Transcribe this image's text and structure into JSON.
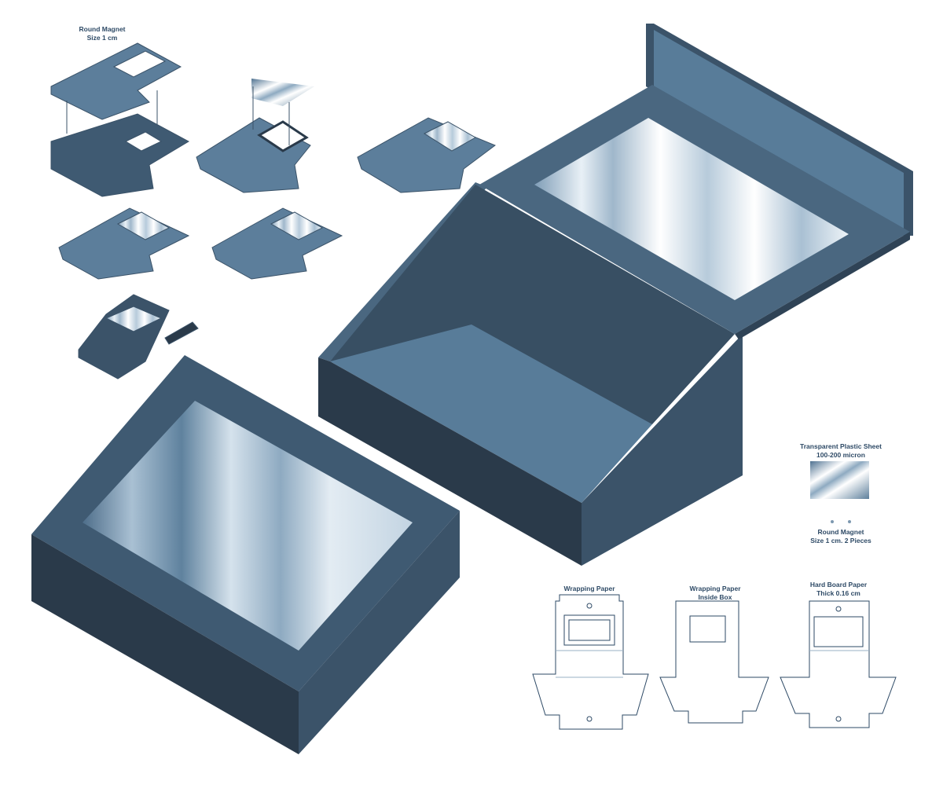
{
  "labels": {
    "magnet_callout": "Round Magnet\nSize 1 cm",
    "plastic_sheet": "Transparent Plastic Sheet\n100-200 micron",
    "round_magnet": "Round Magnet\nSize 1 cm. 2 Pieces",
    "wrapping_paper": "Wrapping Paper",
    "wrapping_inside": "Wrapping Paper\nInside Box",
    "hard_board": "Hard Board Paper\nThick 0.16 cm"
  },
  "colors": {
    "box_dark": "#2a3a4a",
    "box_mid": "#3b5369",
    "box_top": "#4a6780",
    "box_light": "#587c99",
    "line": "#2e4a66"
  }
}
